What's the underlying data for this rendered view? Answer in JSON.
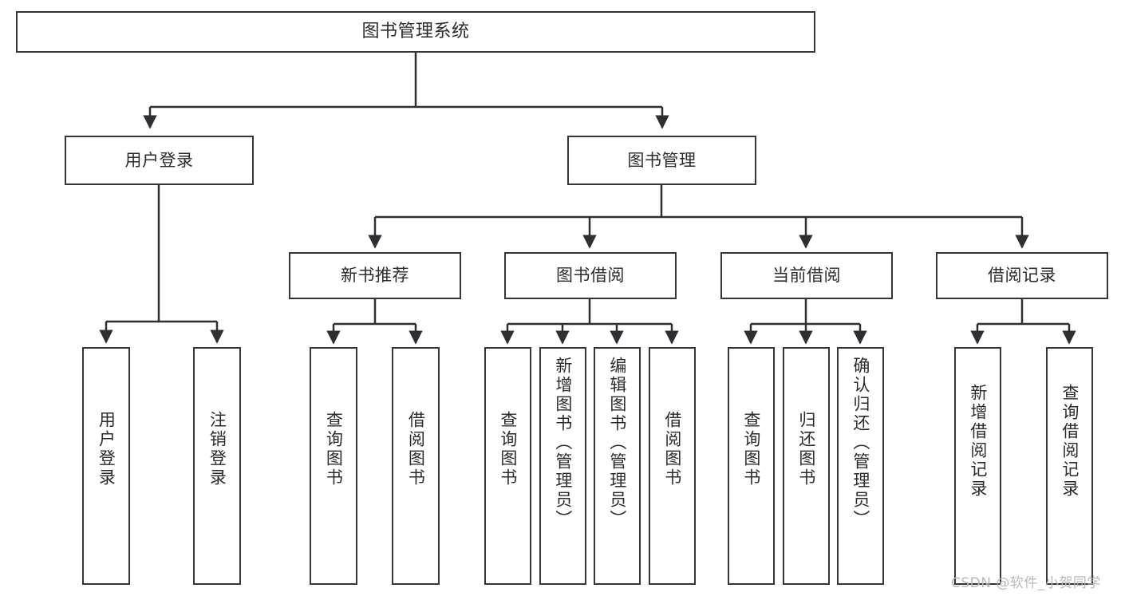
{
  "diagram": {
    "title": "图书管理系统",
    "type": "tree",
    "watermark": "CSDN @软件_小贺同学",
    "colors": {
      "box_border": "#34353a",
      "box_fill": "#ffffff",
      "edge": "#2e2f33",
      "text": "#2b2b2b",
      "watermark": "#b9b9b9"
    },
    "nodes": {
      "root": {
        "label": "图书管理系统"
      },
      "level2": [
        {
          "label": "用户登录"
        },
        {
          "label": "图书管理"
        }
      ],
      "level3": [
        {
          "label": "新书推荐"
        },
        {
          "label": "图书借阅"
        },
        {
          "label": "当前借阅"
        },
        {
          "label": "借阅记录"
        }
      ],
      "leaves": {
        "user_login": [
          {
            "label": "用户登录"
          },
          {
            "label": "注销登录"
          }
        ],
        "new_book_recommend": [
          {
            "label": "查询图书"
          },
          {
            "label": "借阅图书"
          }
        ],
        "book_borrow": [
          {
            "label": "查询图书"
          },
          {
            "label": "新增图书（管理员）"
          },
          {
            "label": "编辑图书（管理员）"
          },
          {
            "label": "借阅图书"
          }
        ],
        "current_borrow": [
          {
            "label": "查询图书"
          },
          {
            "label": "归还图书"
          },
          {
            "label": "确认归还（管理员）"
          }
        ],
        "borrow_record": [
          {
            "label": "新增借阅记录"
          },
          {
            "label": "查询借阅记录"
          }
        ]
      }
    }
  }
}
